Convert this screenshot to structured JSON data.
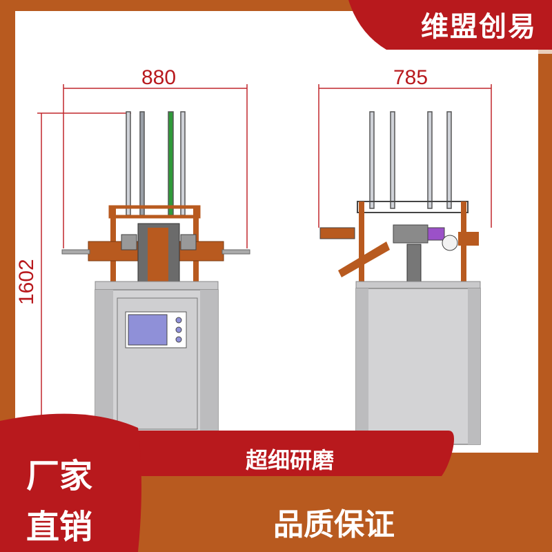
{
  "brand": {
    "name": "维盟创易"
  },
  "dimensions": {
    "width_front": "880",
    "width_side": "785",
    "height": "1602"
  },
  "banners": {
    "center_slogan": "超细研磨",
    "bottom_slogan": "品质保证"
  },
  "corner_badge": {
    "line1": "厂家",
    "line2": "直销"
  },
  "colors": {
    "frame": "#b85a1f",
    "banner_red": "#b8191d",
    "dimension_red": "#c0262b",
    "machine_orange": "#b85a1f",
    "cabinet_grey": "#d3d3d5",
    "screen_blue": "#8f90d8"
  }
}
